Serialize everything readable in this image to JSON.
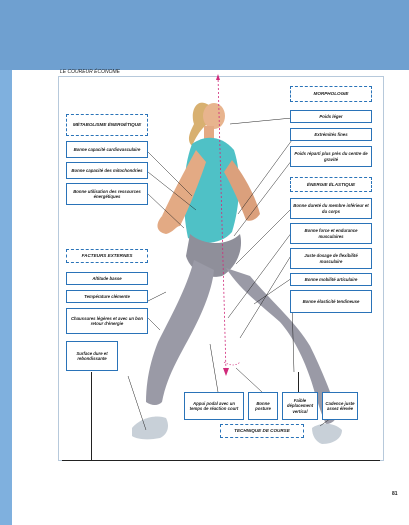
{
  "page": {
    "section_title": "LE COUREUR ÉCONOME",
    "page_number": "81"
  },
  "groups": {
    "metabolisme": {
      "title": "MÉTABOLISME ÉNERGÉTIQUE",
      "items": [
        "Bonne capacité cardiovasculaire",
        "Bonne capacité des mitochondries",
        "Bonne utilisation des ressources énergétiques"
      ]
    },
    "facteurs": {
      "title": "FACTEURS EXTERNES",
      "items": [
        "Altitude basse",
        "Température clémente",
        "Chaussures légères et avec un bon retour d'énergie",
        "Surface dure et rebondissante"
      ]
    },
    "morphologie": {
      "title": "MORPHOLOGIE",
      "items": [
        "Poids léger",
        "Extrémités fines",
        "Poids réparti plus près du centre de gravité"
      ]
    },
    "elastique": {
      "title": "ÉNERGIE ÉLASTIQUE",
      "items": [
        "Bonne dureté du membre inférieur et du corps",
        "Bonne force et endurance musculaires",
        "Juste dosage de flexibilité musculaire",
        "Bonne mobilité articulaire",
        "Bonne élasticité tendineuse"
      ]
    },
    "technique": {
      "title": "TECHNIQUE DE COURSE",
      "items": [
        "Appui podal avec un temps de réaction court",
        "Bonne posture",
        "Faible déplacement vertical",
        "Cadence juste assez élevée"
      ]
    }
  },
  "colors": {
    "band": "#6fa0d0",
    "box_border": "#2a73b8",
    "axis_line": "#d02a7a"
  }
}
